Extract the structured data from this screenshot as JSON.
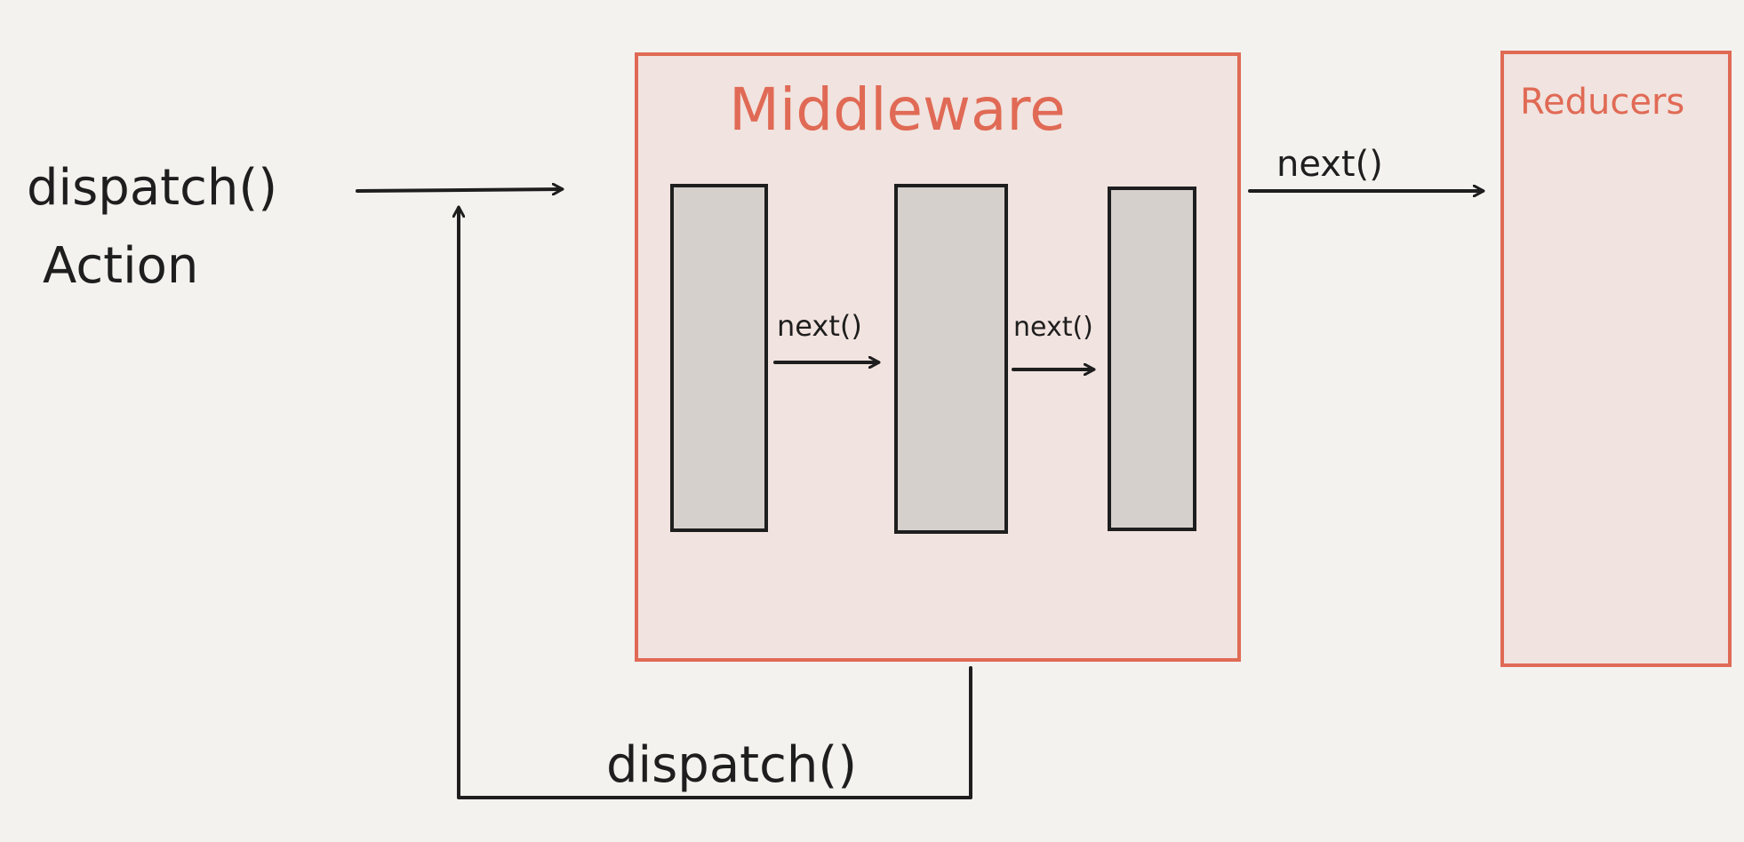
{
  "diagram": {
    "input_label_line1": "dispatch()",
    "input_label_line2": "Action",
    "middleware": {
      "title": "Middleware",
      "inner_label_1": "next()",
      "inner_label_2": "next()"
    },
    "outer_next_label": "next()",
    "reducers_title": "Reducers",
    "loop_label": "dispatch()",
    "colors": {
      "background": "#f3f2ef",
      "ink": "#1e1e1e",
      "container_fill": "#f1e3df",
      "container_stroke": "#e06a55",
      "block_fill": "#d6d0cc"
    }
  }
}
